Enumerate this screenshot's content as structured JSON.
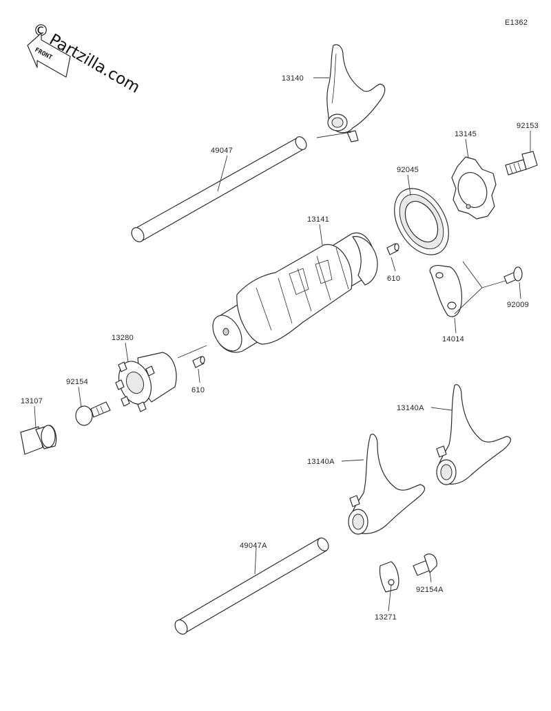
{
  "diagram_code": "E1362",
  "watermark": {
    "copyright_symbol": "©",
    "site": "Partzilla.com"
  },
  "front_badge": "FRONT",
  "callouts": {
    "fork_upper": "13140",
    "fork_right": "13140A",
    "fork_lower": "13140A",
    "shaft_upper": "49047",
    "shaft_lower": "49047A",
    "drum": "13141",
    "bearing": "92045",
    "gear": "13145",
    "bolt_gear": "92153",
    "pin_right": "610",
    "pin_left": "610",
    "screw_plate": "92009",
    "plate": "14014",
    "holder": "13280",
    "bolt_holder": "92154",
    "switch": "13107",
    "stopper_plate": "13271",
    "bolt_stopper": "92154A"
  },
  "colors": {
    "line": "#2a2a2a",
    "fill": "#ffffff",
    "shade": "#e9e9e9"
  }
}
